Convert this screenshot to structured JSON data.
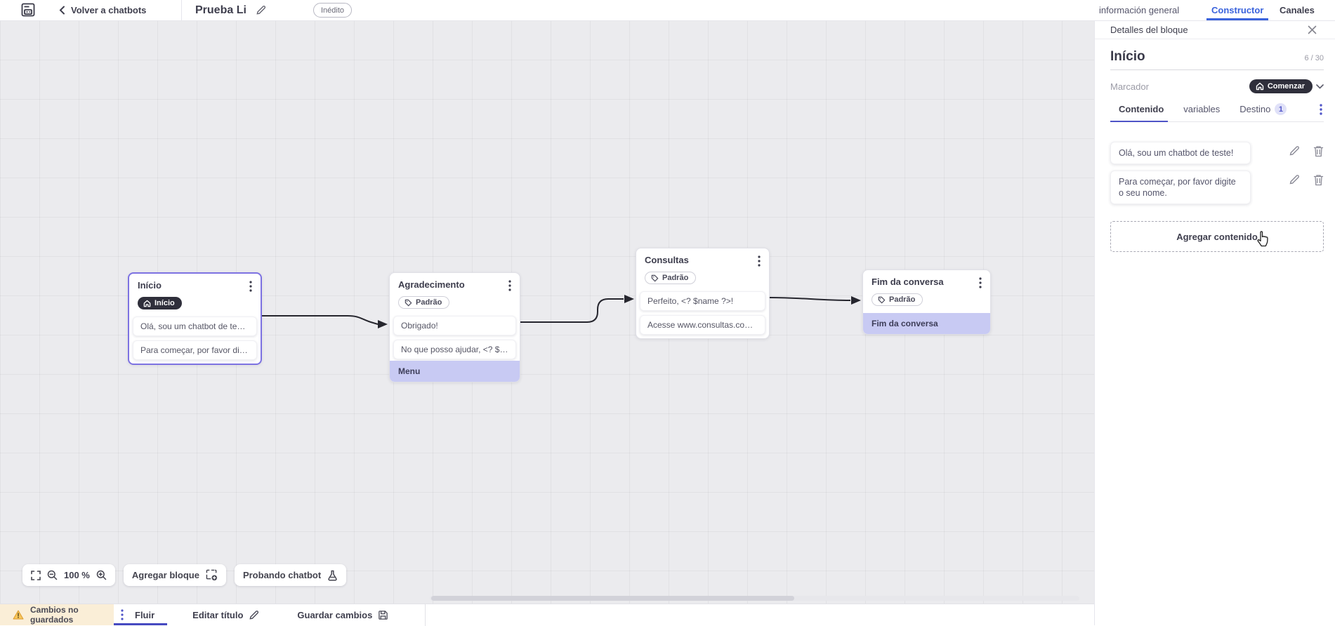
{
  "topbar": {
    "back_label": "Volver a chatbots",
    "title": "Prueba Li",
    "status_badge": "Inédito",
    "tabs": [
      {
        "label": "información general"
      },
      {
        "label": "Constructor"
      },
      {
        "label": "Canales"
      }
    ]
  },
  "panel": {
    "header": "Detalles del bloque",
    "block_title": "Início",
    "counter": "6 / 30",
    "marker_label": "Marcador",
    "marker_value": "Comenzar",
    "tabs": [
      {
        "label": "Contenido"
      },
      {
        "label": "variables"
      },
      {
        "label": "Destino",
        "badge": "1"
      }
    ],
    "contents": [
      {
        "text": "Olá, sou um chatbot de teste!"
      },
      {
        "text": "Para começar, por favor digite o seu nome."
      }
    ],
    "add_button": "Agregar contenido"
  },
  "canvas": {
    "nodes": [
      {
        "title": "Início",
        "badge": "Início",
        "items": [
          {
            "text": "Olá, sou um chatbot de teste!"
          },
          {
            "text": "Para começar, por favor digite o ..."
          }
        ]
      },
      {
        "title": "Agradecimento",
        "tag": "Padrão",
        "items": [
          {
            "text": "Obrigado!"
          },
          {
            "text": "No que posso ajudar, <? $name ..."
          }
        ],
        "highlight": "Menu"
      },
      {
        "title": "Consultas",
        "tag": "Padrão",
        "items": [
          {
            "text": "Perfeito, <? $name ?>!"
          },
          {
            "text": "Acesse www.consultas.com par..."
          }
        ]
      },
      {
        "title": "Fim da conversa",
        "tag": "Padrão",
        "highlight": "Fim da conversa"
      }
    ]
  },
  "toolbar": {
    "zoom_value": "100 %",
    "add_block": "Agregar bloque",
    "test_chatbot": "Probando chatbot"
  },
  "statusbar": {
    "warning": "Cambios no guardados",
    "flow_tab": "Fluir",
    "edit_title": "Editar título",
    "save": "Guardar cambios"
  },
  "colors": {
    "accent_blue": "#3a63dc",
    "accent_indigo": "#4f54c7",
    "selection_purple": "#7d72e2",
    "highlight_lavender": "#c8caf3",
    "dark_pill": "#2f2f3b",
    "warning_bg": "#faeed7",
    "warning_icon": "#e8a43c"
  }
}
